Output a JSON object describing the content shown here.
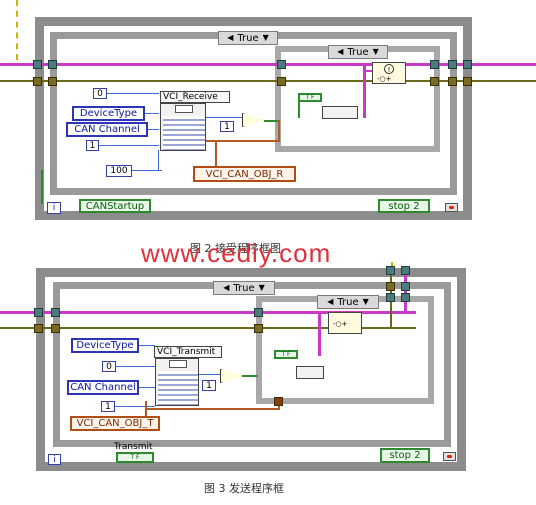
{
  "fig2": {
    "case_selector": "True",
    "inner_selector": "True",
    "loop_index": "i",
    "device_type": "DeviceType",
    "can_channel": "CAN Channel",
    "const_zero": "0",
    "const_one": "1",
    "const_hundred": "100",
    "vi_title": "VCI_Receive",
    "cmp_const": "1",
    "obj_label": "VCI_CAN_OBJ_R",
    "startup_label": "CANStartup",
    "stop_label": "stop 2",
    "bool_const": "T F",
    "caption": "图 2   接受程序框图"
  },
  "watermark": "www.cediy.com",
  "fig3": {
    "case_selector": "True",
    "inner_selector": "True",
    "loop_index": "i",
    "device_type": "DeviceType",
    "can_channel": "CAN Channel",
    "const_zero": "0",
    "const_one": "1",
    "vi_title": "VCI_Transmit",
    "cmp_const": "1",
    "obj_label": "VCI_CAN_OBJ_T",
    "transmit_label": "Transmit",
    "stop_label": "stop 2",
    "bool_const": "T F",
    "caption": "图 3  发送程序框"
  }
}
